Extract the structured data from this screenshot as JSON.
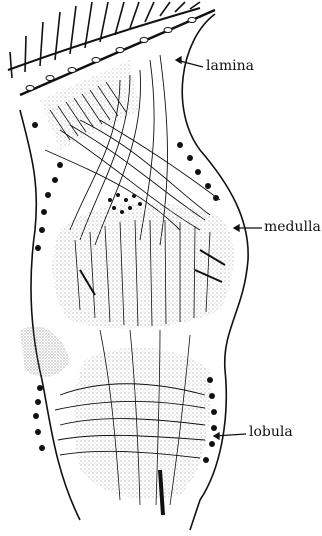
{
  "labels": {
    "lamina": "lamina",
    "medulla": "medulla",
    "lobula": "lobula"
  },
  "colors": {
    "ink": "#111111",
    "stipple": "#9a9a9a",
    "background": "#ffffff"
  }
}
